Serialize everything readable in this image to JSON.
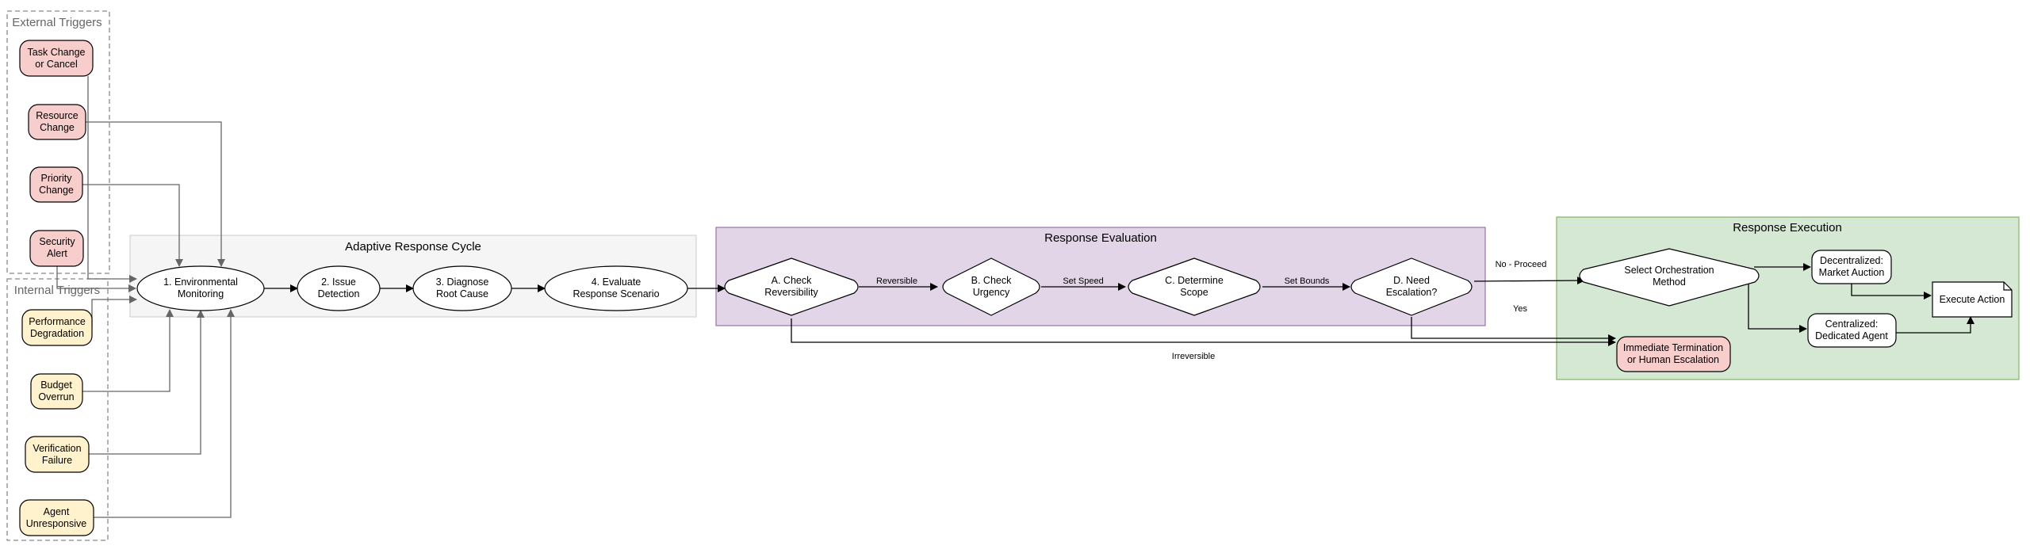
{
  "clusters": {
    "external": {
      "label": "External Triggers"
    },
    "internal": {
      "label": "Internal Triggers"
    },
    "cycle": {
      "label": "Adaptive Response Cycle"
    },
    "evaluation": {
      "label": "Response Evaluation"
    },
    "execution": {
      "label": "Response Execution"
    }
  },
  "nodes": {
    "task_change": {
      "lines": [
        "Task Change",
        "or Cancel"
      ]
    },
    "resource_change": {
      "lines": [
        "Resource",
        "Change"
      ]
    },
    "priority_change": {
      "lines": [
        "Priority",
        "Change"
      ]
    },
    "security_alert": {
      "lines": [
        "Security",
        "Alert"
      ]
    },
    "perf_degradation": {
      "lines": [
        "Performance",
        "Degradation"
      ]
    },
    "budget_overrun": {
      "lines": [
        "Budget",
        "Overrun"
      ]
    },
    "verification_failure": {
      "lines": [
        "Verification",
        "Failure"
      ]
    },
    "agent_unresponsive": {
      "lines": [
        "Agent",
        "Unresponsive"
      ]
    },
    "env_monitoring": {
      "lines": [
        "1. Environmental",
        "Monitoring"
      ]
    },
    "issue_detection": {
      "lines": [
        "2. Issue",
        "Detection"
      ]
    },
    "diagnose": {
      "lines": [
        "3. Diagnose",
        "Root Cause"
      ]
    },
    "evaluate": {
      "lines": [
        "4. Evaluate",
        "Response Scenario"
      ]
    },
    "check_reversibility": {
      "lines": [
        "A. Check",
        "Reversibility"
      ]
    },
    "check_urgency": {
      "lines": [
        "B. Check",
        "Urgency"
      ]
    },
    "determine_scope": {
      "lines": [
        "C. Determine",
        "Scope"
      ]
    },
    "need_escalation": {
      "lines": [
        "D. Need",
        "Escalation?"
      ]
    },
    "select_method": {
      "lines": [
        "Select Orchestration",
        "Method"
      ]
    },
    "decentralized": {
      "lines": [
        "Decentralized:",
        "Market Auction"
      ]
    },
    "centralized": {
      "lines": [
        "Centralized:",
        "Dedicated Agent"
      ]
    },
    "execute_action": {
      "lines": [
        "Execute Action"
      ]
    },
    "termination": {
      "lines": [
        "Immediate Termination",
        "or Human Escalation"
      ]
    }
  },
  "edges": {
    "reversible": "Reversible",
    "set_speed": "Set Speed",
    "set_bounds": "Set Bounds",
    "no_proceed": "No - Proceed",
    "yes": "Yes",
    "irreversible": "Irreversible"
  },
  "colors": {
    "external_fill": "#f8cecc",
    "internal_fill": "#fff2cc",
    "cycle_fill": "#f5f5f5",
    "evaluation_fill": "#e1d5e7",
    "execution_fill": "#d5e8d4",
    "trigger_edge": "#666666",
    "main_edge": "#000000"
  }
}
